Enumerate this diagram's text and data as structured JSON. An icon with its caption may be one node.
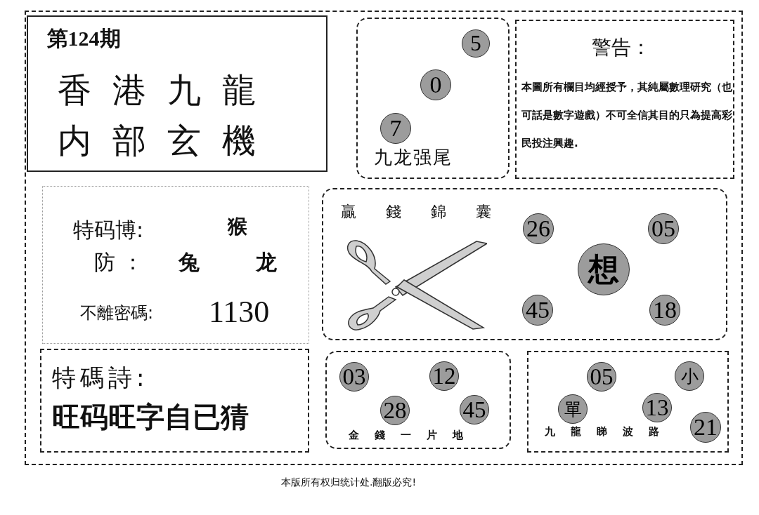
{
  "diagram": {
    "nodes": [
      {
        "text": [],
        "shape": "box"
      },
      {
        "text": [
          "第124期",
          "香港九龍内部玄機"
        ],
        "in": 0
      },
      {
        "text": [
          "九龙强尾"
        ],
        "in": 0
      },
      {
        "text": [
          "5"
        ],
        "in": 2
      },
      {
        "text": [
          "0"
        ],
        "in": 2
      },
      {
        "text": [
          "7"
        ],
        "in": 2
      },
      {
        "text": [
          "警告：",
          "本圖所有欄目均經授予，其純屬數理研究（也可話是數字遊戲）不可全信其目的只為提高彩民投注興趣."
        ],
        "in": 0
      },
      {
        "text": [
          "特码博:",
          "猴",
          "防：",
          "兔",
          "龙",
          "不離密碼:",
          "1130"
        ],
        "in": 0
      },
      {
        "text": [
          "特碼詩:",
          "旺码旺字自已猜"
        ],
        "in": 0
      },
      {
        "text": [
          "贏錢錦囊"
        ],
        "in": 0
      },
      {
        "text": [
          "26"
        ],
        "in": 9
      },
      {
        "text": [
          "05"
        ],
        "in": 9
      },
      {
        "text": [
          "想"
        ],
        "in": 9
      },
      {
        "text": [
          "45"
        ],
        "in": 9
      },
      {
        "text": [
          "18"
        ],
        "in": 9
      },
      {
        "text": [
          "金錢一片地"
        ],
        "in": 0
      },
      {
        "text": [
          "03"
        ],
        "in": 15
      },
      {
        "text": [
          "12"
        ],
        "in": 15
      },
      {
        "text": [
          "28"
        ],
        "in": 15
      },
      {
        "text": [
          "45"
        ],
        "in": 15
      },
      {
        "text": [
          "九龍睇波路"
        ],
        "in": 0
      },
      {
        "text": [
          "05"
        ],
        "in": 20
      },
      {
        "text": [
          "小"
        ],
        "in": 20
      },
      {
        "text": [
          "單"
        ],
        "in": 20
      },
      {
        "text": [
          "13"
        ],
        "in": 20
      },
      {
        "text": [
          "21"
        ],
        "in": 20
      }
    ],
    "labels": [
      "本版所有权归统计处.翻版必究!"
    ]
  }
}
